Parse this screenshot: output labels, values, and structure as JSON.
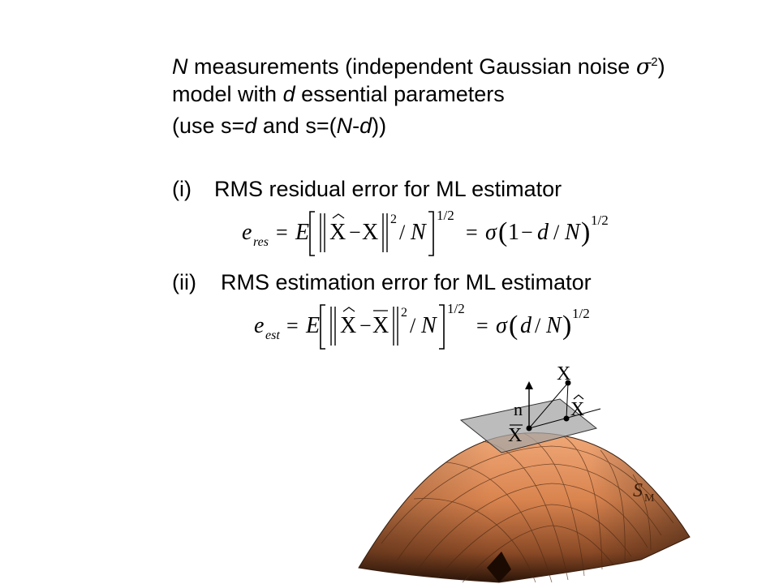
{
  "intro": {
    "line1": {
      "n": "N",
      "text": " measurements (independent Gaussian noise ",
      "sigma": "σ",
      "sup": "2",
      "close": ")"
    },
    "line2": {
      "pre": "model with ",
      "d": "d",
      "post": " essential parameters"
    },
    "line3": {
      "a": "(use s=",
      "d": "d",
      "b": " and s=(",
      "n": "N",
      "c": "-",
      "d2": "d",
      "e": "))"
    }
  },
  "item_i": {
    "label": "(i)",
    "text": "RMS residual error for ML estimator"
  },
  "item_ii": {
    "label": "(ii)",
    "text": "RMS estimation error for ML estimator"
  },
  "eq_res": {
    "e": "e",
    "sub": "res",
    "eq": "=",
    "E": "E",
    "xhat": "X",
    "minus": "−",
    "x": "X",
    "sq": "2",
    "div": "/",
    "N": "N",
    "pow": "1/2",
    "eq2": "=",
    "sigma": "σ",
    "one": "1",
    "minus2": "−",
    "d": "d",
    "div2": "/",
    "N2": "N",
    "pow2": "1/2",
    "lp": "(",
    "rp": ")"
  },
  "eq_est": {
    "e": "e",
    "sub": "est",
    "eq": "=",
    "E": "E",
    "xhat": "X",
    "minus": "−",
    "xbar": "X",
    "sq": "2",
    "div": "/",
    "N": "N",
    "pow": "1/2",
    "eq2": "=",
    "sigma": "σ",
    "d": "d",
    "div2": "/",
    "N2": "N",
    "pow2": "1/2",
    "lp": "(",
    "rp": ")"
  },
  "diagram": {
    "label_x_top": "X",
    "label_n": "n",
    "label_xhat": "X",
    "label_xbar": "X",
    "label_surface": "S",
    "label_surface_sub": "M",
    "surface_color": "#e8935c",
    "plane_color": "#a6a6a6"
  }
}
